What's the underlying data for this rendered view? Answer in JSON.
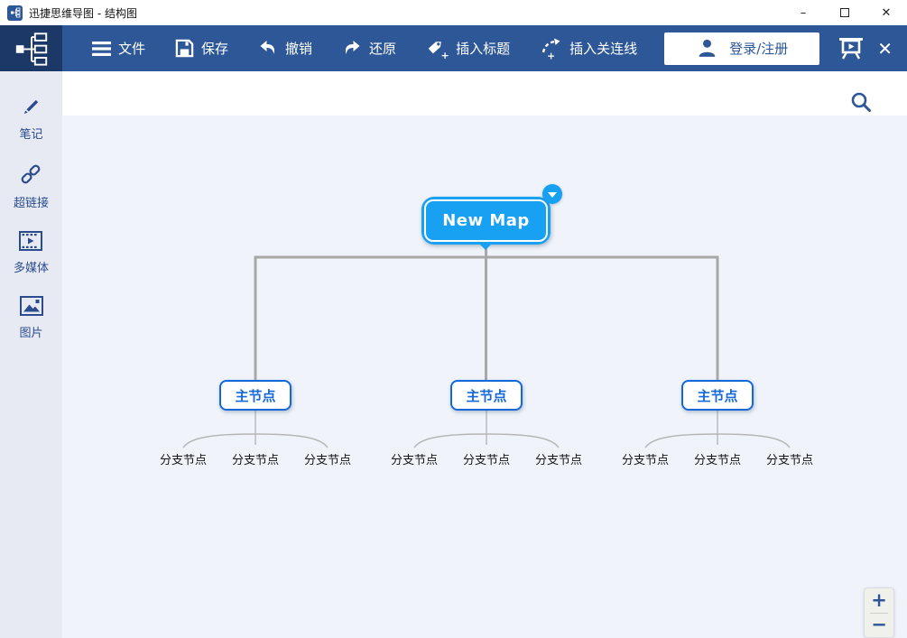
{
  "titlebar": {
    "title": "迅捷思维导图 - 结构图",
    "minimize_label": "–",
    "close_label": "✕"
  },
  "toolbar": {
    "items": [
      {
        "label": "文件",
        "icon": "menu-icon"
      },
      {
        "label": "保存",
        "icon": "save-icon"
      },
      {
        "label": "撤销",
        "icon": "undo-icon"
      },
      {
        "label": "还原",
        "icon": "redo-icon"
      },
      {
        "label": "插入标题",
        "icon": "tag-plus-icon"
      },
      {
        "label": "插入关连线",
        "icon": "relation-line-icon"
      }
    ],
    "login_label": "登录/注册",
    "close_label": "✕"
  },
  "sidebar": {
    "items": [
      {
        "label": "笔记",
        "icon": "pencil-icon"
      },
      {
        "label": "超链接",
        "icon": "link-icon"
      },
      {
        "label": "多媒体",
        "icon": "multimedia-icon"
      },
      {
        "label": "图片",
        "icon": "image-icon"
      }
    ]
  },
  "canvas": {
    "root_label": "New Map",
    "groups": [
      {
        "label": "主节点",
        "branches": [
          "分支节点",
          "分支节点",
          "分支节点"
        ]
      },
      {
        "label": "主节点",
        "branches": [
          "分支节点",
          "分支节点",
          "分支节点"
        ]
      },
      {
        "label": "主节点",
        "branches": [
          "分支节点",
          "分支节点",
          "分支节点"
        ]
      }
    ]
  },
  "zoom_controls": {
    "zoom_in": "+",
    "zoom_out": "−"
  },
  "colors": {
    "toolbar_blue": "#2e5797",
    "logo_navy": "#1b3866",
    "node_azure": "#18a0f2",
    "node_border_blue": "#1568d9",
    "connector_gray": "#a8a8a8"
  }
}
